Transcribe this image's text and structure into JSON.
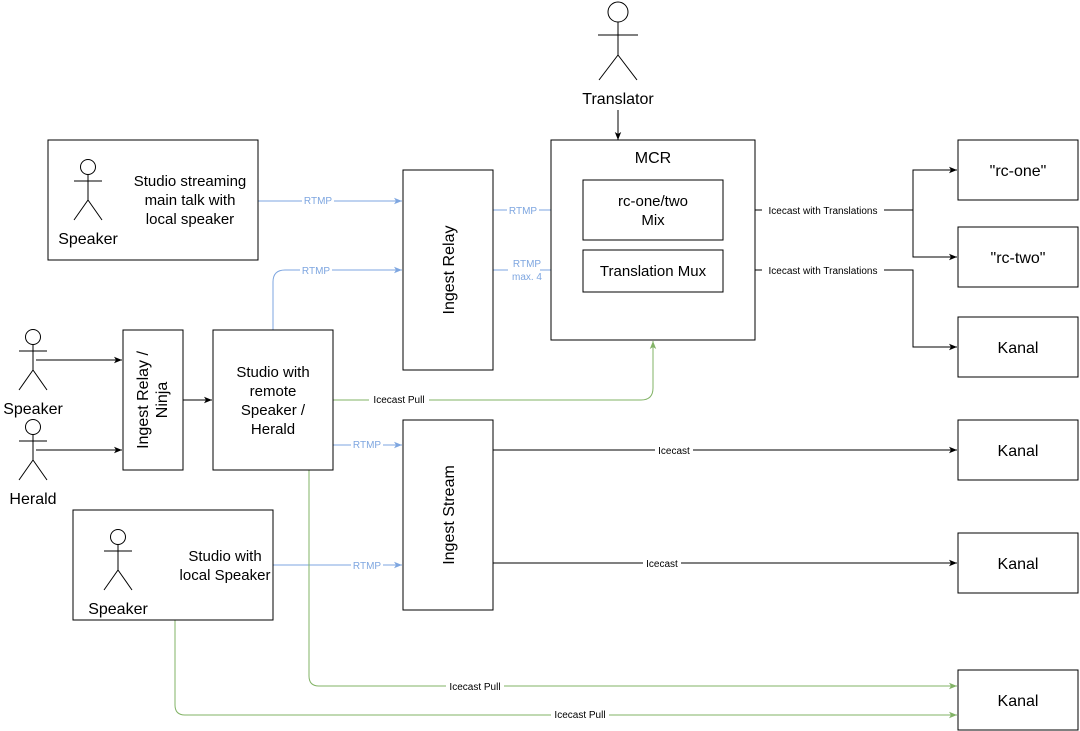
{
  "actors": {
    "translator": "Translator",
    "speaker_main": "Speaker",
    "speaker_remote": "Speaker",
    "herald": "Herald",
    "speaker_local": "Speaker"
  },
  "boxes": {
    "studio_main": [
      "Studio streaming",
      "main talk with",
      "local speaker"
    ],
    "ingest_relay": "Ingest Relay",
    "ingest_ninja": [
      "Ingest Relay /",
      "Ninja"
    ],
    "studio_remote": [
      "Studio with",
      "remote",
      "Speaker /",
      "Herald"
    ],
    "ingest_stream": "Ingest Stream",
    "studio_local": [
      "Studio with",
      "local Speaker"
    ],
    "mcr_title": "MCR",
    "mix": [
      "rc-one/two",
      "Mix"
    ],
    "translation_mux": "Translation Mux",
    "out_rc_one": "\"rc-one\"",
    "out_rc_two": "\"rc-two\"",
    "out_kanal_1": "Kanal",
    "out_kanal_2": "Kanal",
    "out_kanal_3": "Kanal",
    "out_kanal_4": "Kanal"
  },
  "edges": {
    "rtmp_main": "RTMP",
    "rtmp_relay_mix": "RTMP",
    "rtmp_remote_up": "RTMP",
    "rtmp_relay_mux": [
      "RTMP",
      "max. 4"
    ],
    "rtmp_remote_stream": "RTMP",
    "rtmp_local_stream": "RTMP",
    "icecast_translations_1": "Icecast with Translations",
    "icecast_translations_2": "Icecast with Translations",
    "icecast_pull_mcr": "Icecast Pull",
    "icecast_1": "Icecast",
    "icecast_2": "Icecast",
    "icecast_pull_1": "Icecast Pull",
    "icecast_pull_2": "Icecast Pull"
  },
  "colors": {
    "rtmp_edge": "#7ea6e0",
    "icecast_pull_edge": "#82b366",
    "default_edge": "#000000"
  }
}
